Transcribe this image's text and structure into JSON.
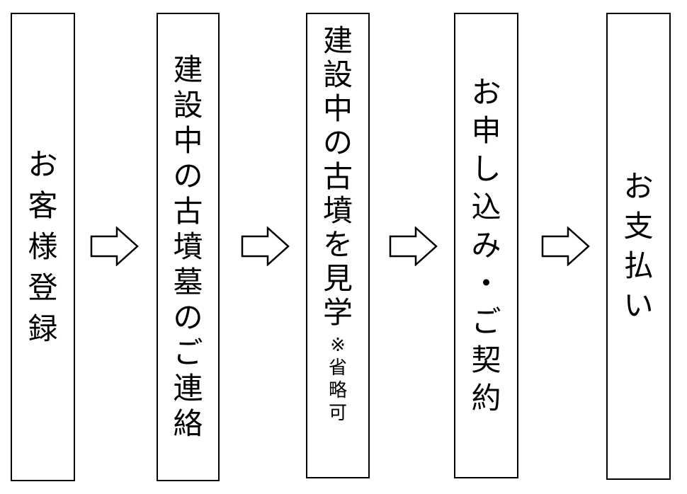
{
  "steps": [
    {
      "id": "s1",
      "text": "お客様登録"
    },
    {
      "id": "s2",
      "text": "建設中の古墳墓のご連絡"
    },
    {
      "id": "s3",
      "text": "建設中の古墳を見学",
      "note": "※省略可"
    },
    {
      "id": "s4",
      "text": "お申し込み・ご契約"
    },
    {
      "id": "s5",
      "text": "お支払い"
    }
  ]
}
